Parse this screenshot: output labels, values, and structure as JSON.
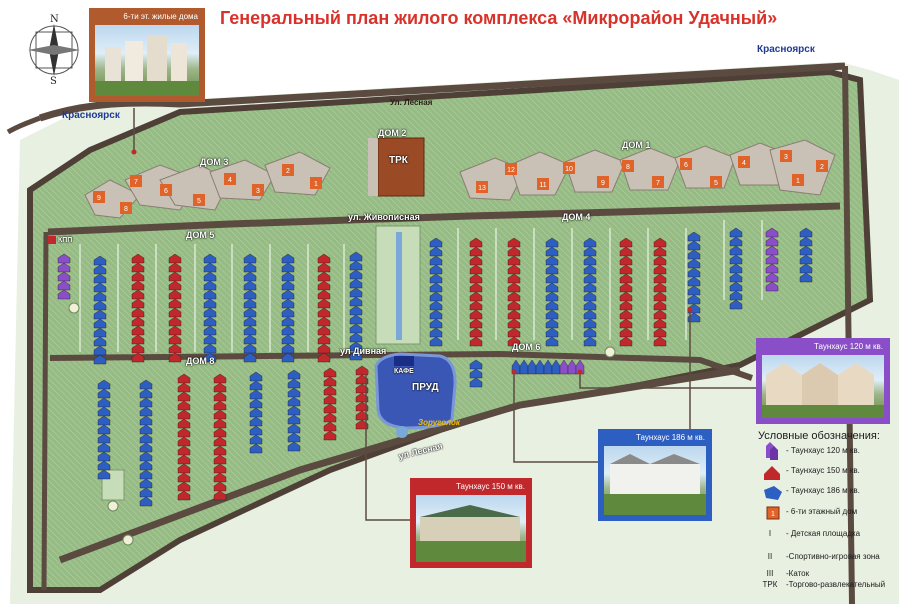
{
  "title": "Генеральный план жилого комплекса «Микрорайон Удачный»",
  "compass": {
    "n": "N",
    "s": "S"
  },
  "direction_labels": {
    "top_right": "Красноярск",
    "left": "Красноярск"
  },
  "streets": {
    "lesnaya_top": "Ул. Лесная",
    "zhivopisnaya": "ул. Живописная",
    "divnaya": "ул Дивная",
    "lesnaya_bottom": "ул Лесная"
  },
  "buildings": {
    "dom1": "ДОМ 1",
    "dom2": "ДОМ 2",
    "dom3": "ДОМ 3",
    "dom4": "ДОМ 4",
    "dom5": "ДОМ 5",
    "dom6": "ДОМ 6",
    "dom8": "ДОМ 8",
    "trk": "ТРК",
    "kpp": "КПП",
    "cafe": "КАФЕ",
    "pond": "ПРУД",
    "gazebo": "Зоруголок"
  },
  "photos": {
    "six_storey": "6-ти эт. жилые дома",
    "th120": "Таунхаус 120 м кв.",
    "th186": "Таунхаус  186 м кв.",
    "th150": "Таунхаус 150 м кв."
  },
  "legend": {
    "title": "Условные обозначения:",
    "items": [
      {
        "symbol": "",
        "label": "- Таунхаус 120 м кв."
      },
      {
        "symbol": "",
        "label": "- Таунхаус 150 м кв."
      },
      {
        "symbol": "",
        "label": "- Таунхаус 186 м кв."
      },
      {
        "symbol": "",
        "label": "- 6-ти этажный дом"
      },
      {
        "symbol": "I",
        "label": "- Детская площадка"
      },
      {
        "symbol": "II",
        "label": "-Спортивно-игровая зона"
      },
      {
        "symbol": "III",
        "label": "-Каток"
      },
      {
        "symbol": "ТРК",
        "label": "-Торгово-развлекательный"
      }
    ]
  },
  "colors": {
    "title_red": "#d8322a",
    "road": "#5b4a40",
    "grass": "#8fb57c",
    "grass_light": "#b7d5a6",
    "th120": "#8a4fc8",
    "th150": "#c0282c",
    "th186": "#2d5fc2",
    "six_storey": "#e0642a",
    "trk": "#9a4a24",
    "pond": "#3b57b5"
  }
}
